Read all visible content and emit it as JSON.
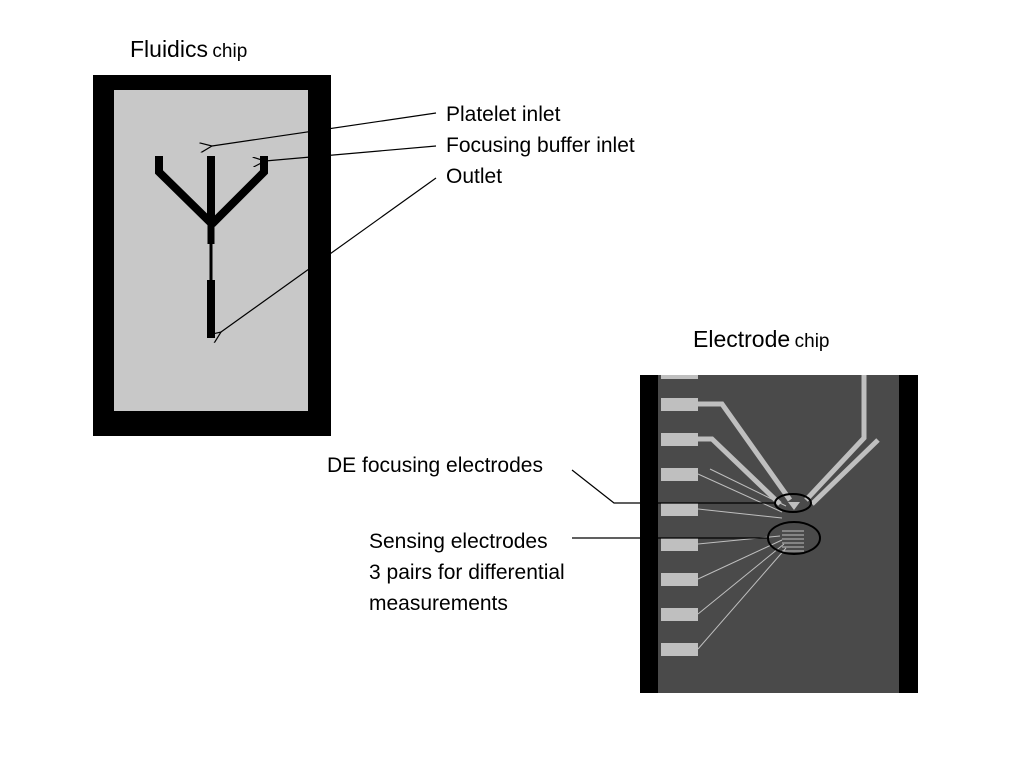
{
  "fluidics_chip": {
    "title_main": "Fluidics",
    "title_sub": "chip",
    "labels": {
      "platelet_inlet": "Platelet inlet",
      "focusing_buffer_inlet": "Focusing buffer inlet",
      "outlet": "Outlet"
    }
  },
  "electrode_chip": {
    "title_main": "Electrode",
    "title_sub": "chip",
    "labels": {
      "de_focusing": "DE focusing electrodes",
      "sensing_line1": "Sensing electrodes",
      "sensing_line2": "3 pairs for differential",
      "sensing_line3": "measurements"
    }
  },
  "colors": {
    "chip_frame": "#000000",
    "fluidics_body": "#c8c8c8",
    "electrode_body": "#4a4a4a",
    "electrode_trace": "#bfbfbf"
  }
}
